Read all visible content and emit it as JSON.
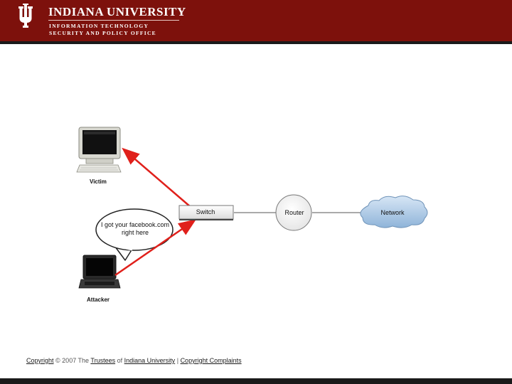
{
  "header": {
    "university": "INDIANA UNIVERSITY",
    "line1": "INFORMATION TECHNOLOGY",
    "line2": "SECURITY AND POLICY OFFICE",
    "brand_color": "#7d110c",
    "logo_icon": "iu-trident-icon"
  },
  "diagram": {
    "victim_label": "Victim",
    "attacker_label": "Attacker",
    "switch_label": "Switch",
    "router_label": "Router",
    "network_label": "Network",
    "speech_text": "I got your facebook.com right here",
    "arrow_color": "#e0201b",
    "icons": [
      "desktop-computer-icon",
      "laptop-icon",
      "cloud-icon"
    ]
  },
  "footer": {
    "copyright": "Copyright",
    "year": "© 2007",
    "the": "The",
    "trustees": "Trustees",
    "of": "of",
    "university": "Indiana University",
    "sep": "|",
    "complaints": "Copyright Complaints"
  }
}
